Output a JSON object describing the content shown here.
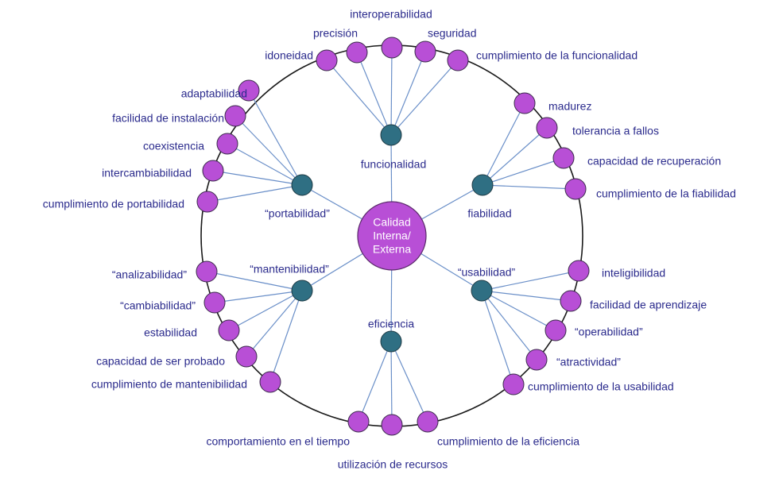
{
  "center": {
    "lines": [
      "Calidad",
      "Interna/",
      "Externa"
    ]
  },
  "colors": {
    "text": "#2a2a8c",
    "line": "#6a8fc8",
    "ring": "#1a1a1a",
    "leaf": "#b84fd6",
    "hub": "#2f6f83",
    "center": "#b84fd6"
  },
  "groups": [
    {
      "label": "funcionalidad",
      "subs": [
        "idoneidad",
        "precisión",
        "interoperabilidad",
        "seguridad",
        "cumplimiento de la funcionalidad"
      ]
    },
    {
      "label": "fiabilidad",
      "subs": [
        "madurez",
        "tolerancia a fallos",
        "capacidad de recuperación",
        "cumplimiento de la fiabilidad"
      ]
    },
    {
      "label": "“usabilidad”",
      "subs": [
        "inteligibilidad",
        "facilidad de aprendizaje",
        "“operabilidad”",
        "“atractividad”",
        "cumplimiento de la usabilidad"
      ]
    },
    {
      "label": "eficiencia",
      "subs": [
        "comportamiento en el tiempo",
        "utilización de recursos",
        "cumplimiento de la eficiencia"
      ]
    },
    {
      "label": "“mantenibilidad”",
      "subs": [
        "“analizabilidad”",
        "“cambiabilidad”",
        "estabilidad",
        "capacidad de ser probado",
        "cumplimiento de mantenibilidad"
      ]
    },
    {
      "label": "“portabilidad”",
      "subs": [
        "adaptabilidad",
        "facilidad de instalación",
        "coexistencia",
        "intercambiabilidad",
        "cumplimiento de portabilidad"
      ]
    }
  ]
}
